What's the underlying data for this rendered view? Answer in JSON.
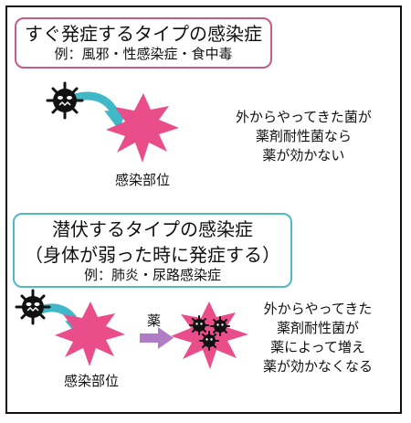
{
  "acute": {
    "title": "すぐ発症するタイプの感染症",
    "examples": "例：風邪・性感染症・食中毒",
    "note_lines": [
      "外からやってきた菌が",
      "薬剤耐性菌なら",
      "薬が効かない"
    ],
    "site_label": "感染部位"
  },
  "latent": {
    "title": "潜伏するタイプの感染症",
    "subtitle": "（身体が弱った時に発症する）",
    "examples": "例：肺炎・尿路感染症",
    "drug_label": "薬",
    "site_label": "感染部位",
    "note_lines": [
      "外からやってきた",
      "薬剤耐性菌が",
      "薬によって増え",
      "薬が効かなくなる"
    ]
  },
  "colors": {
    "acute_border": "#c75a86",
    "latent_border": "#4fb9c8",
    "infection_site": "#e94e8a",
    "arrow_cyan": "#3fb8c8",
    "arrow_purple": "#b07cc6",
    "germ": "#111111"
  },
  "icons": [
    "germ-icon",
    "infection-burst-icon",
    "curved-arrow-icon",
    "right-arrow-icon"
  ]
}
